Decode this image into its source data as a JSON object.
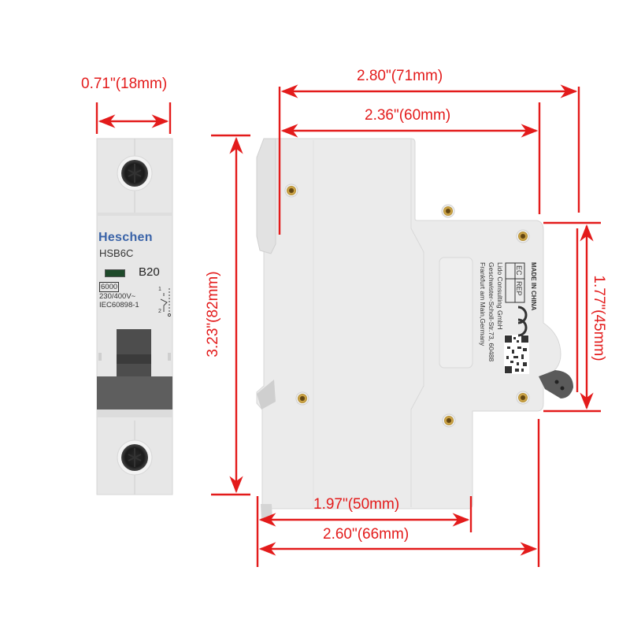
{
  "product": {
    "brand": "Heschen",
    "model": "HSB6C",
    "rating": "B20",
    "breaking_capacity": "6000",
    "voltage": "230/400V~",
    "standard": "IEC60898-1",
    "terminal_marks": [
      "1",
      "2"
    ]
  },
  "side_label": {
    "made_in": "MADE IN CHINA",
    "ec_rep": [
      "EC",
      "REP"
    ],
    "ce_mark": "CE",
    "address_lines": [
      "Lido Consulting GmbH",
      "Geschwister-Scholl-Str.73, 60488",
      "Frankfurt am Main,Germany"
    ]
  },
  "dimensions": {
    "front_width": "0.71\"(18mm)",
    "height": "3.23\"(82mm)",
    "total_depth": "2.80\"(71mm)",
    "body_depth": "2.36\"(60mm)",
    "front_height": "1.77\"(45mm)",
    "base_depth_short": "1.97\"(50mm)",
    "base_depth_long": "2.60\"(66mm)"
  },
  "colors": {
    "dimension_red": "#e31b1b",
    "body_grey": "#e6e6e6",
    "brand_blue": "#3a63a8",
    "toggle_dark": "#555555",
    "brass": "#c9a040"
  }
}
